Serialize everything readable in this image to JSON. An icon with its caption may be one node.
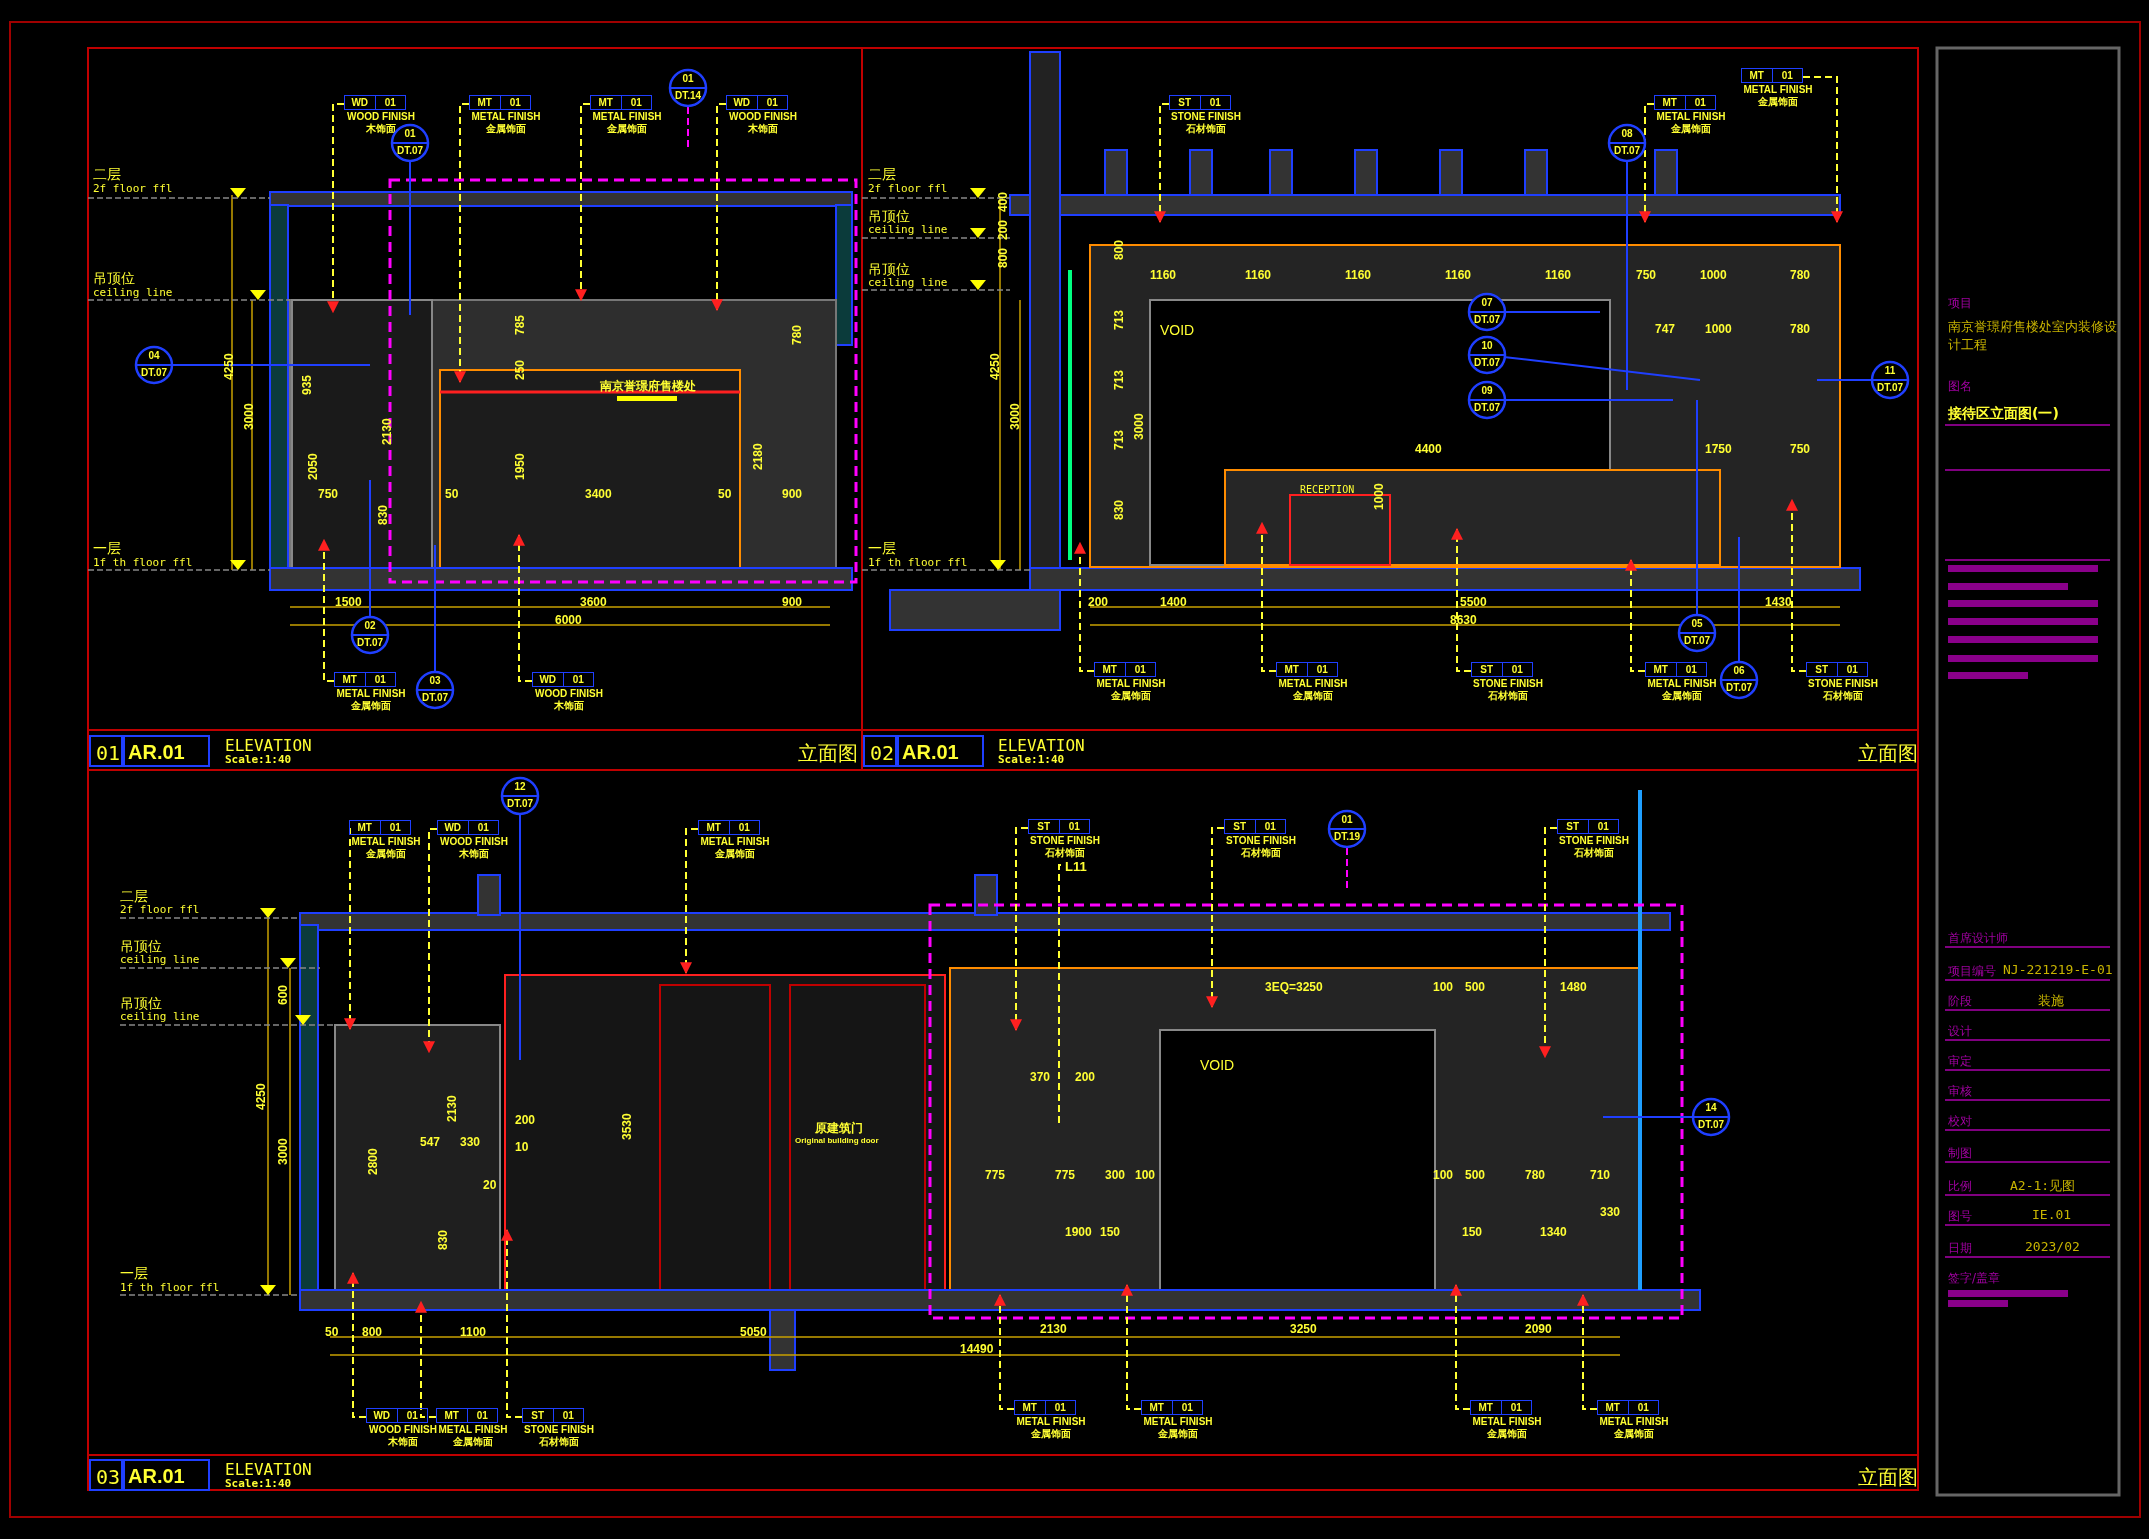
{
  "diagram": {
    "nodes": [
      {
        "text": [
          "WD",
          "01",
          "WOOD FINISH",
          "木饰面"
        ]
      },
      {
        "text": [
          "MT",
          "01",
          "METAL FINISH",
          "金属饰面"
        ]
      },
      {
        "text": [
          "MT",
          "01",
          "METAL FINISH",
          "金属饰面"
        ]
      },
      {
        "text": [
          "01",
          "DT.14"
        ]
      },
      {
        "text": [
          "WD",
          "01",
          "WOOD FINISH",
          "木饰面"
        ]
      },
      {
        "text": [
          "01",
          "DT.07"
        ]
      },
      {
        "text": [
          "04",
          "DT.07"
        ]
      },
      {
        "text": [
          "02",
          "DT.07"
        ]
      },
      {
        "text": [
          "MT",
          "01",
          "METAL FINISH",
          "金属饰面"
        ]
      },
      {
        "text": [
          "03",
          "DT.07"
        ]
      },
      {
        "text": [
          "WD",
          "01",
          "WOOD FINISH",
          "木饰面"
        ]
      },
      {
        "text": [
          "ST",
          "01",
          "STONE FINISH",
          "石材饰面"
        ]
      },
      {
        "text": [
          "MT",
          "01",
          "METAL FINISH",
          "金属饰面"
        ]
      },
      {
        "text": [
          "MT",
          "01",
          "METAL FINISH",
          "金属饰面"
        ]
      },
      {
        "text": [
          "08",
          "DT.07"
        ]
      },
      {
        "text": [
          "07",
          "DT.07"
        ]
      },
      {
        "text": [
          "10",
          "DT.07"
        ]
      },
      {
        "text": [
          "09",
          "DT.07"
        ]
      },
      {
        "text": [
          "11",
          "DT.07"
        ]
      },
      {
        "text": [
          "05",
          "DT.07"
        ]
      },
      {
        "text": [
          "06",
          "DT.07"
        ]
      },
      {
        "text": [
          "MT",
          "01",
          "METAL FINISH",
          "金属饰面"
        ]
      },
      {
        "text": [
          "MT",
          "01",
          "METAL FINISH",
          "金属饰面"
        ]
      },
      {
        "text": [
          "ST",
          "01",
          "STONE FINISH",
          "石材饰面"
        ]
      },
      {
        "text": [
          "MT",
          "01",
          "METAL FINISH",
          "金属饰面"
        ]
      },
      {
        "text": [
          "ST",
          "01",
          "STONE FINISH",
          "石材饰面"
        ]
      },
      {
        "text": [
          "12",
          "DT.07"
        ]
      },
      {
        "text": [
          "MT",
          "01",
          "METAL FINISH",
          "金属饰面"
        ]
      },
      {
        "text": [
          "WD",
          "01",
          "WOOD FINISH",
          "木饰面"
        ]
      },
      {
        "text": [
          "MT",
          "01",
          "METAL FINISH",
          "金属饰面"
        ]
      },
      {
        "text": [
          "ST",
          "01",
          "STONE FINISH",
          "石材饰面"
        ]
      },
      {
        "text": [
          "L11"
        ]
      },
      {
        "text": [
          "ST",
          "01",
          "STONE FINISH",
          "石材饰面"
        ]
      },
      {
        "text": [
          "01",
          "DT.19"
        ]
      },
      {
        "text": [
          "ST",
          "01",
          "STONE FINISH",
          "石材饰面"
        ]
      },
      {
        "text": [
          "14",
          "DT.07"
        ]
      },
      {
        "text": [
          "WD",
          "01",
          "WOOD FINISH",
          "木饰面"
        ]
      },
      {
        "text": [
          "MT",
          "01",
          "METAL FINISH",
          "金属饰面"
        ]
      },
      {
        "text": [
          "ST",
          "01",
          "STONE FINISH",
          "石材饰面"
        ]
      },
      {
        "text": [
          "MT",
          "01",
          "METAL FINISH",
          "金属饰面"
        ]
      },
      {
        "text": [
          "MT",
          "01",
          "METAL FINISH",
          "金属饰面"
        ]
      },
      {
        "text": [
          "MT",
          "01",
          "METAL FINISH",
          "金属饰面"
        ]
      },
      {
        "text": [
          "MT",
          "01",
          "METAL FINISH",
          "金属饰面"
        ]
      }
    ],
    "edges": [
      {
        "from": 0,
        "to": null,
        "arrow": "to",
        "style": "dashed"
      },
      {
        "from": 1,
        "to": null,
        "arrow": "to",
        "style": "dashed"
      },
      {
        "from": 2,
        "to": null,
        "arrow": "to",
        "style": "dashed"
      },
      {
        "from": 3,
        "to": null,
        "arrow": "none",
        "style": "dashed",
        "color": "#ff00ff"
      },
      {
        "from": 4,
        "to": null,
        "arrow": "to",
        "style": "dashed"
      },
      {
        "from": 5,
        "to": null,
        "arrow": "none",
        "color": "#1f3fff"
      },
      {
        "from": 6,
        "to": null,
        "arrow": "none",
        "color": "#1f3fff"
      },
      {
        "from": 7,
        "to": null,
        "arrow": "none",
        "color": "#1f3fff"
      },
      {
        "from": 8,
        "to": null,
        "arrow": "to",
        "style": "dashed"
      },
      {
        "from": 9,
        "to": null,
        "arrow": "none",
        "color": "#1f3fff"
      },
      {
        "from": 10,
        "to": null,
        "arrow": "to",
        "style": "dashed"
      },
      {
        "from": 11,
        "to": null,
        "arrow": "to",
        "style": "dashed"
      },
      {
        "from": 12,
        "to": null,
        "arrow": "to",
        "style": "dashed"
      },
      {
        "from": 13,
        "to": null,
        "arrow": "to",
        "style": "dashed"
      },
      {
        "from": 14,
        "to": null,
        "arrow": "none",
        "color": "#1f3fff"
      },
      {
        "from": 15,
        "to": null,
        "arrow": "none",
        "color": "#1f3fff"
      },
      {
        "from": 16,
        "to": null,
        "arrow": "none",
        "color": "#1f3fff"
      },
      {
        "from": 17,
        "to": null,
        "arrow": "none",
        "color": "#1f3fff"
      },
      {
        "from": 18,
        "to": null,
        "arrow": "none",
        "color": "#1f3fff"
      },
      {
        "from": 19,
        "to": null,
        "arrow": "none",
        "color": "#1f3fff"
      },
      {
        "from": 20,
        "to": null,
        "arrow": "none",
        "color": "#1f3fff"
      },
      {
        "from": 21,
        "to": null,
        "arrow": "to",
        "style": "dashed"
      },
      {
        "from": 22,
        "to": null,
        "arrow": "to",
        "style": "dashed"
      },
      {
        "from": 23,
        "to": null,
        "arrow": "to",
        "style": "dashed"
      },
      {
        "from": 24,
        "to": null,
        "arrow": "to",
        "style": "dashed"
      },
      {
        "from": 25,
        "to": null,
        "arrow": "to",
        "style": "dashed"
      },
      {
        "from": 26,
        "to": null,
        "arrow": "none",
        "color": "#1f3fff"
      },
      {
        "from": 27,
        "to": null,
        "arrow": "to",
        "style": "dashed"
      },
      {
        "from": 28,
        "to": null,
        "arrow": "to",
        "style": "dashed"
      },
      {
        "from": 29,
        "to": null,
        "arrow": "to",
        "style": "dashed"
      },
      {
        "from": 30,
        "to": null,
        "arrow": "to",
        "style": "dashed"
      },
      {
        "from": 31,
        "to": null,
        "arrow": "none",
        "style": "dashed"
      },
      {
        "from": 32,
        "to": null,
        "arrow": "to",
        "style": "dashed"
      },
      {
        "from": 33,
        "to": null,
        "arrow": "none",
        "style": "dashed",
        "color": "#ff00ff"
      },
      {
        "from": 34,
        "to": null,
        "arrow": "to",
        "style": "dashed"
      },
      {
        "from": 35,
        "to": null,
        "arrow": "none",
        "color": "#1f3fff"
      },
      {
        "from": 36,
        "to": null,
        "arrow": "to",
        "style": "dashed"
      },
      {
        "from": 37,
        "to": null,
        "arrow": "to",
        "style": "dashed"
      },
      {
        "from": 38,
        "to": null,
        "arrow": "to",
        "style": "dashed"
      },
      {
        "from": 39,
        "to": null,
        "arrow": "to",
        "style": "dashed"
      },
      {
        "from": 40,
        "to": null,
        "arrow": "to",
        "style": "dashed"
      },
      {
        "from": 41,
        "to": null,
        "arrow": "to",
        "style": "dashed"
      },
      {
        "from": 42,
        "to": null,
        "arrow": "to",
        "style": "dashed"
      }
    ],
    "labels": [
      "二层",
      "2f floor ffl",
      "吊顶位",
      "ceiling line",
      "一层",
      "1f th floor ffl",
      "二层",
      "2f floor ffl",
      "吊顶位",
      "ceiling line",
      "吊顶位",
      "ceiling line",
      "一层",
      "1f th floor ffl",
      "二层",
      "2f floor ffl",
      "吊顶位",
      "ceiling line",
      "吊顶位",
      "ceiling line",
      "一层",
      "1f th floor ffl",
      "4250",
      "3000",
      "935",
      "2130",
      "2050",
      "830",
      "785",
      "250",
      "1950",
      "2180",
      "780",
      "750",
      "50",
      "3400",
      "50",
      "900",
      "1500",
      "3600",
      "900",
      "6000",
      "南京誉璟府售楼处",
      "400",
      "200",
      "800",
      "4250",
      "3000",
      "800",
      "713",
      "713",
      "713",
      "830",
      "3000",
      "1160",
      "1160",
      "1160",
      "1160",
      "1160",
      "750",
      "1000",
      "780",
      "747",
      "1000",
      "780",
      "4400",
      "1750",
      "750",
      "1000",
      "RECEPTION",
      "VOID",
      "200",
      "1400",
      "5500",
      "1430",
      "8630",
      "4250",
      "3000",
      "600",
      "2130",
      "2800",
      "830",
      "547",
      "330",
      "200",
      "10",
      "20",
      "3530",
      "50",
      "800",
      "1100",
      "5050",
      "14490",
      "2130",
      "3250",
      "2090",
      "3EQ=3250",
      "100",
      "500",
      "1480",
      "775",
      "775",
      "300",
      "100",
      "100",
      "500",
      "780",
      "710",
      "370",
      "200",
      "1900",
      "150",
      "150",
      "1340",
      "330",
      "VOID",
      "原建筑门",
      "Original building door",
      "01",
      "AR.01",
      "ELEVATION",
      "Scale:1:40",
      "立面图",
      "02",
      "AR.01",
      "ELEVATION",
      "Scale:1:40",
      "立面图",
      "03",
      "AR.01",
      "ELEVATION",
      "Scale:1:40",
      "立面图",
      "项目",
      "南京誉璟府售楼处室内装修设计工程",
      "图名",
      "接待区立面图(一)",
      "首席设计师",
      "项目编号",
      "NJ-221219-E-01",
      "阶段",
      "装施",
      "设计",
      "审定",
      "审核",
      "校对",
      "制图",
      "比例",
      "A2-1:见图",
      "图号",
      "IE.01",
      "日期",
      "2023/02",
      "签字/盖章"
    ]
  }
}
